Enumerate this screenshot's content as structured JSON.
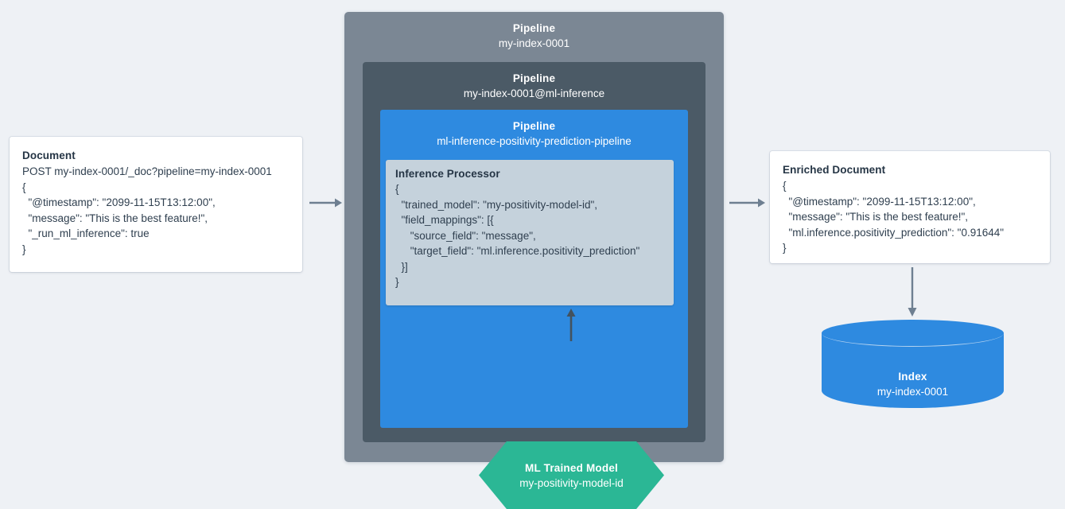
{
  "background_color": "#eef1f5",
  "palette": {
    "outer_pipeline": "#7b8794",
    "middle_pipeline": "#4b5a66",
    "inner_pipeline": "#2e8ae0",
    "processor_box": "#c5d2dc",
    "ml_model": "#2bb795",
    "index": "#2e8ae0",
    "arrow": "#6e7f91",
    "card": "#ffffff",
    "text": "#2f3f4f"
  },
  "document": {
    "title": "Document",
    "lines": [
      "POST my-index-0001/_doc?pipeline=my-index-0001",
      "{",
      "  \"@timestamp\": \"2099-11-15T13:12:00\",",
      "  \"message\": \"This is the best feature!\",",
      "  \"_run_ml_inference\": true",
      "}"
    ]
  },
  "pipelines": {
    "outer": {
      "kind": "Pipeline",
      "name": "my-index-0001"
    },
    "middle": {
      "kind": "Pipeline",
      "name": "my-index-0001@ml-inference"
    },
    "inner": {
      "kind": "Pipeline",
      "name": "ml-inference-positivity-prediction-pipeline"
    }
  },
  "processor": {
    "title": "Inference Processor",
    "lines": [
      "{",
      "  \"trained_model\": \"my-positivity-model-id\",",
      "  \"field_mappings\": [{",
      "     \"source_field\": \"message\",",
      "     \"target_field\": \"ml.inference.positivity_prediction\"",
      "  }]",
      "}"
    ]
  },
  "ml_model": {
    "kind": "ML Trained Model",
    "name": "my-positivity-model-id"
  },
  "enriched_document": {
    "title": "Enriched Document",
    "lines": [
      "{",
      "  \"@timestamp\": \"2099-11-15T13:12:00\",",
      "  \"message\": \"This is the best feature!\",",
      "  \"ml.inference.positivity_prediction\": \"0.91644\"",
      "}"
    ]
  },
  "index": {
    "kind": "Index",
    "name": "my-index-0001"
  },
  "arrows": [
    {
      "id": "document-to-pipeline",
      "direction": "right"
    },
    {
      "id": "pipeline-to-enriched-document",
      "direction": "right"
    },
    {
      "id": "ml-model-to-processor",
      "direction": "up"
    },
    {
      "id": "enriched-document-to-index",
      "direction": "down"
    }
  ]
}
